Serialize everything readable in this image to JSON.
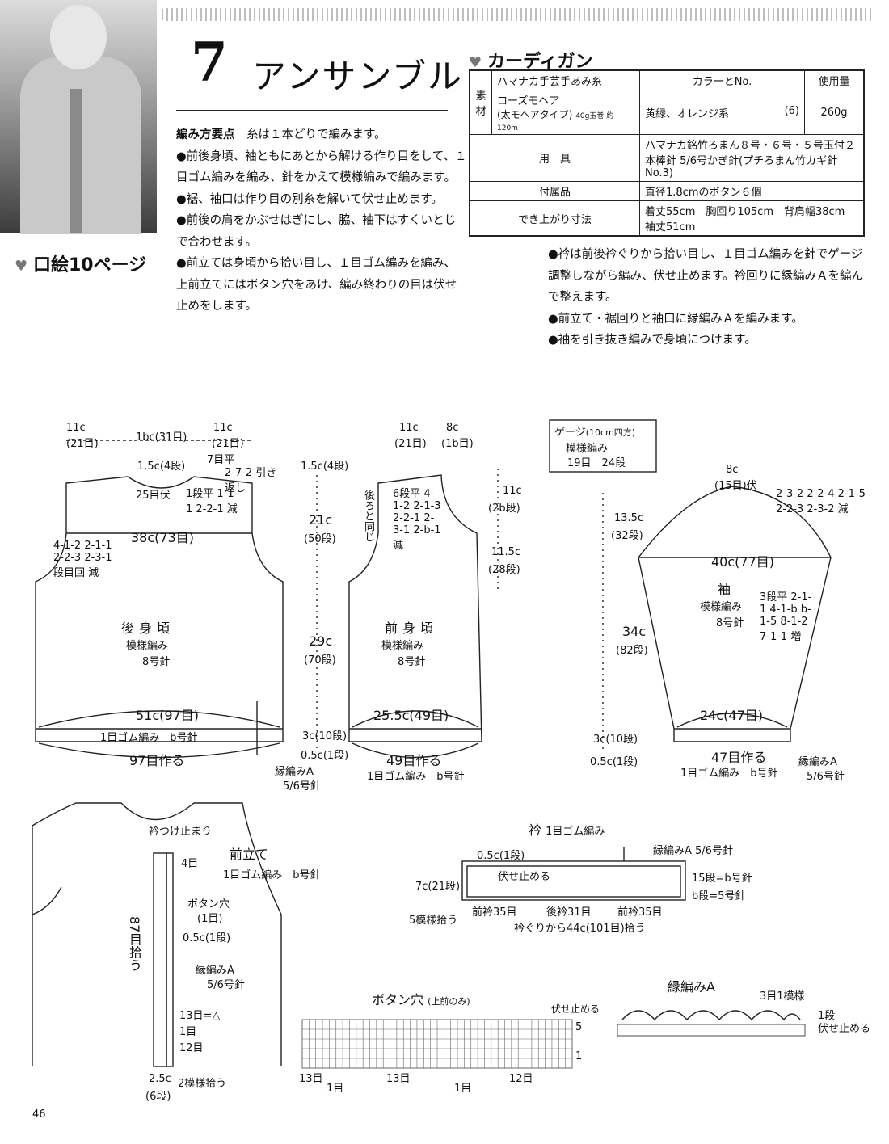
{
  "header": {
    "project_number": "7",
    "project_title": "アンサンブル",
    "kuchie": "口絵10ページ"
  },
  "instructions": {
    "heading": "編み方要点",
    "heading_note": "糸は１本どりで編みます。",
    "left": [
      "●前後身頃、袖ともにあとから解ける作り目をして、１目ゴム編みを編み、針をかえて模様編みで編みます。",
      "●裾、袖口は作り目の別糸を解いて伏せ止めます。",
      "●前後の肩をかぶせはぎにし、脇、袖下はすくいとじで合わせます。",
      "●前立ては身頃から拾い目し、１目ゴム編みを編み、上前立てにはボタン穴をあけ、編み終わりの目は伏せ止めをします。"
    ],
    "right": [
      "●衿は前後衿ぐりから拾い目し、１目ゴム編みを針でゲージ調整しながら編み、伏せ止めます。衿回りに縁編みＡを編んで整えます。",
      "●前立て・裾回りと袖口に縁編みＡを編みます。",
      "●袖を引き抜き編みで身頃につけます。"
    ]
  },
  "materials": {
    "section_title": "カーディガン",
    "material_label": "素材",
    "yarn_brand": "ハマナカ手芸手あみ糸",
    "color_header": "カラーとNo.",
    "amount_header": "使用量",
    "yarn_name": "ローズモヘア",
    "yarn_type": "(太モヘアタイプ)",
    "yarn_ball": "40g玉巻 約120m",
    "color_value": "黄緑、オレンジ系",
    "color_no": "(6)",
    "amount_value": "260g",
    "tools_label": "用　具",
    "tools_value": "ハマナカ銘竹ろまん８号・６号・５号玉付２本棒針 5/6号かぎ針(プチろまん竹カギ針No.3)",
    "accessories_label": "付属品",
    "accessories_value": "直径1.8cmのボタン６個",
    "size_label": "でき上がり寸法",
    "size_value": "着丈55cm　胸回り105cm　背肩幅38cm　袖丈51cm"
  },
  "gauge": {
    "title": "ゲージ",
    "sub": "(10cm四方)",
    "pattern": "模様編み",
    "stitches": "19目　24段"
  },
  "diagrams": {
    "back": {
      "name": "後身頃",
      "pattern": "模様編み",
      "needle": "8号針",
      "top_left": "11c",
      "top_left_sub": "(21目)",
      "top_mid": "1bc(31目)",
      "top_right": "11c",
      "top_right_sub": "(21目)",
      "neck_depth": "1.5c(4段)",
      "shoulder_flat": "7目平",
      "shoulder_sl": "2-7-2 引き返し",
      "neck_bind": "25目伏",
      "neck_dec": "1段平 1-1-1 2-2-1 減",
      "width_38": "38c(73目)",
      "arm_dec": "4-1-2 2-1-1 2-2-3 2-3-1 段目回 減",
      "width_51": "51c(97目)",
      "rib": "1目ゴム編み　b号針",
      "cast": "97目作る"
    },
    "heights": {
      "h1": "1.5c(4段)",
      "h2": "21c",
      "h2_sub": "(50段)",
      "h3": "29c",
      "h3_sub": "(70段)",
      "h4": "3c(10段)",
      "h5": "0.5c(1段)",
      "edge": "縁編みA",
      "edge_needle": "5/6号針"
    },
    "front": {
      "name": "前身頃",
      "pattern": "模様編み",
      "needle": "8号針",
      "top_left": "11c",
      "top_left_sub": "(21目)",
      "top_right": "8c",
      "top_right_sub": "(1b目)",
      "same_back": "後ろと同じ",
      "neck_dec": "6段平 4-1-2 2-1-3 2-2-1 2-3-1 2-b-1 減",
      "neck_h": "11c",
      "neck_h_sub": "(2b段)",
      "neck_h2": "11.5c",
      "neck_h2_sub": "(28段)",
      "width": "25.5c(49目)",
      "cast": "49目作る",
      "rib": "1目ゴム編み　b号針"
    },
    "sleeve": {
      "name": "袖",
      "pattern": "模様編み",
      "needle": "8号針",
      "top": "8c",
      "top_sub": "(15目)伏",
      "cap_dec": "2-3-2 2-2-4 2-1-5 2-2-3 2-3-2 減",
      "cap_h": "13.5c",
      "cap_h_sub": "(32段)",
      "width": "40c(77目)",
      "inc": "3段平 2-1-1 4-1-b b-1-5 8-1-2 7-1-1 増",
      "len": "34c",
      "len_sub": "(82段)",
      "cuff": "24c(47目)",
      "rib_h": "3c(10段)",
      "edge_h": "0.5c(1段)",
      "cast": "47目作る",
      "rib": "1目ゴム編み　b号針",
      "edge": "縁編みA",
      "edge_needle": "5/6号針"
    },
    "placket": {
      "title": "前立て",
      "sub": "1目ゴム編み　b号針",
      "collar_stop": "衿つけ止まり",
      "four": "4目",
      "buttonhole": "ボタン穴",
      "buttonhole_sub": "(1目)",
      "half": "0.5c(1段)",
      "pickup": "87目拾う",
      "edge": "縁編みA",
      "edge_needle": "5/6号針",
      "thirteen": "13目=△",
      "one": "1目",
      "twelve": "12目",
      "bottom": "2.5c",
      "bottom_sub": "(6段)",
      "bottom_pick": "2模様拾う"
    },
    "collar": {
      "title": "衿",
      "title_sub": "1目ゴム編み",
      "half": "0.5c(1段)",
      "bind": "伏せ止める",
      "edge": "縁編みA 5/6号針",
      "rows15": "15段=b号針",
      "rows6": "b段=5号針",
      "height": "7c(21段)",
      "pick5": "5模様拾う",
      "front35a": "前衿35目",
      "back31": "後衿31目",
      "front35b": "前衿35目",
      "total": "衿ぐりから44c(101目)拾う"
    },
    "buttonhole_chart": {
      "title": "ボタン穴",
      "sub": "(上前のみ)",
      "bind": "伏せ止める",
      "row5": "5",
      "row1": "1",
      "s13a": "13目",
      "s1a": "1目",
      "s13b": "13目",
      "s1b": "1目",
      "s12": "12目"
    },
    "edging_a": {
      "title": "縁編みA",
      "repeat": "3目1模様",
      "row1": "1段",
      "bind": "伏せ止める"
    }
  },
  "page_number": "46"
}
